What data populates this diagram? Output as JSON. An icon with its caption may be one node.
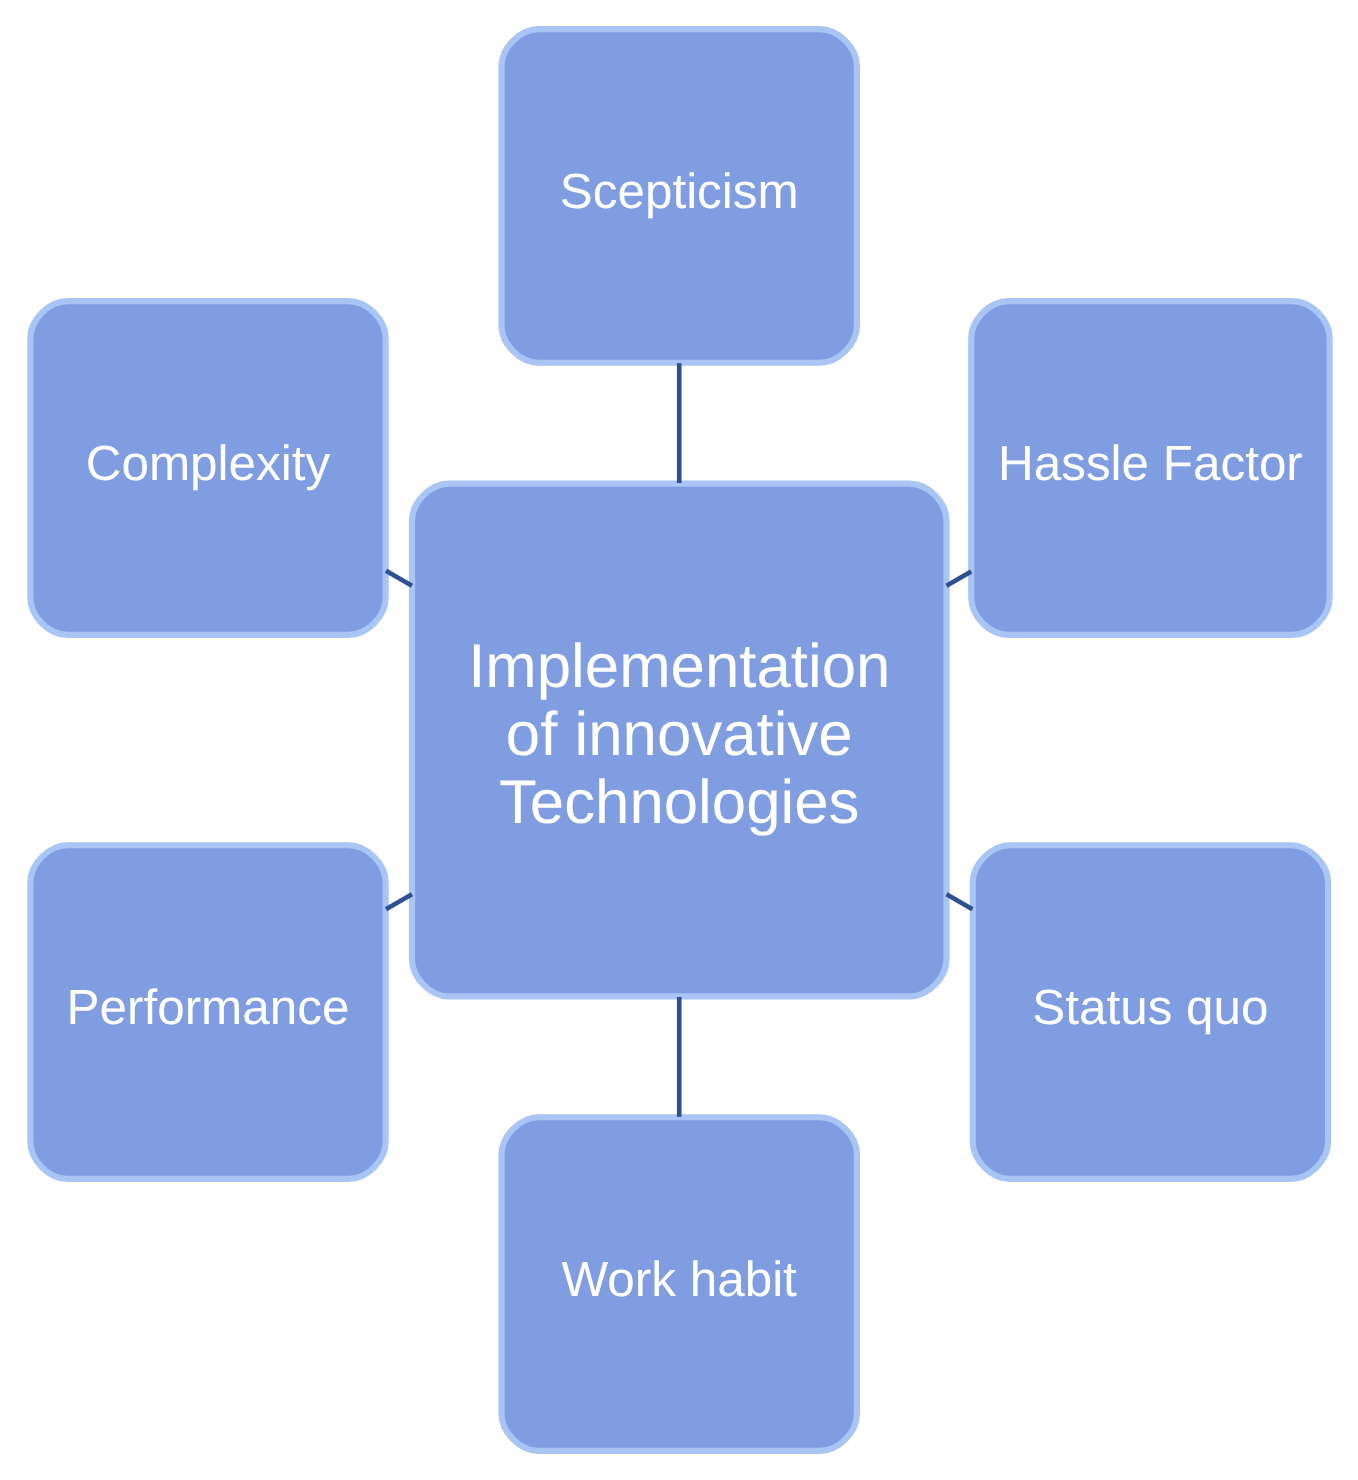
{
  "diagram": {
    "nodes": [
      {
        "text": [
          "Hassle Factor"
        ]
      },
      {
        "text": [
          "Scepticism"
        ]
      },
      {
        "text": [
          "Complexity"
        ]
      },
      {
        "text": [
          "Implementation of innovative Technologies"
        ]
      },
      {
        "text": [
          "Performance"
        ]
      },
      {
        "text": [
          "Work habit"
        ]
      },
      {
        "text": [
          "Status quo"
        ]
      }
    ],
    "edges": [
      {
        "from": 3,
        "to": 0,
        "arrow": "none"
      },
      {
        "from": 3,
        "to": 1,
        "arrow": "none"
      },
      {
        "from": 3,
        "to": 2,
        "arrow": "none"
      },
      {
        "from": 3,
        "to": 4,
        "arrow": "none"
      },
      {
        "from": 3,
        "to": 5,
        "arrow": "none"
      },
      {
        "from": 3,
        "to": 6,
        "arrow": "none"
      }
    ]
  }
}
